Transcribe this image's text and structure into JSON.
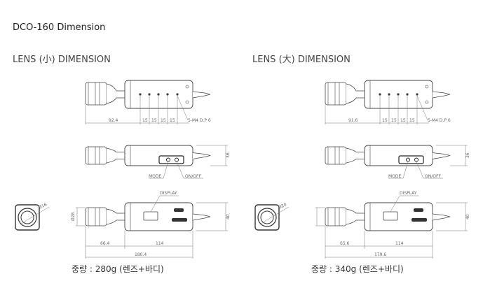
{
  "title": "DCO-160 Dimension",
  "panels": [
    {
      "heading": "LENS (小) DIMENSION",
      "top": {
        "lens_len": "92.4",
        "pitch": [
          "15",
          "15",
          "15",
          "15"
        ],
        "hole_note": "5-M4 D.P 6"
      },
      "side": {
        "height": "36",
        "mode": "MODE",
        "onoff": "ON/OFF"
      },
      "front": {
        "display": "DISPLAY",
        "height": "40",
        "lens_dia": "Ø28",
        "lens_len": "66.4",
        "body_len": "114",
        "total_len": "180.4"
      },
      "face": {
        "dia": "Ø16"
      },
      "weight": "중량 : 280g  (렌즈+바디)"
    },
    {
      "heading": "LENS (大) DIMENSION",
      "top": {
        "lens_len": "91.6",
        "pitch": [
          "15",
          "15",
          "15",
          "15"
        ],
        "hole_note": "5-M4 D.P 6"
      },
      "side": {
        "height": "36",
        "mode": "MODE",
        "onoff": "ON/OFF"
      },
      "front": {
        "display": "DISPLAY",
        "height": "40",
        "lens_dia": "",
        "lens_len": "65.6",
        "body_len": "114",
        "total_len": "179.6"
      },
      "face": {
        "dia": "Ø20"
      },
      "weight": "중량 : 340g  (렌즈+바디)"
    }
  ]
}
